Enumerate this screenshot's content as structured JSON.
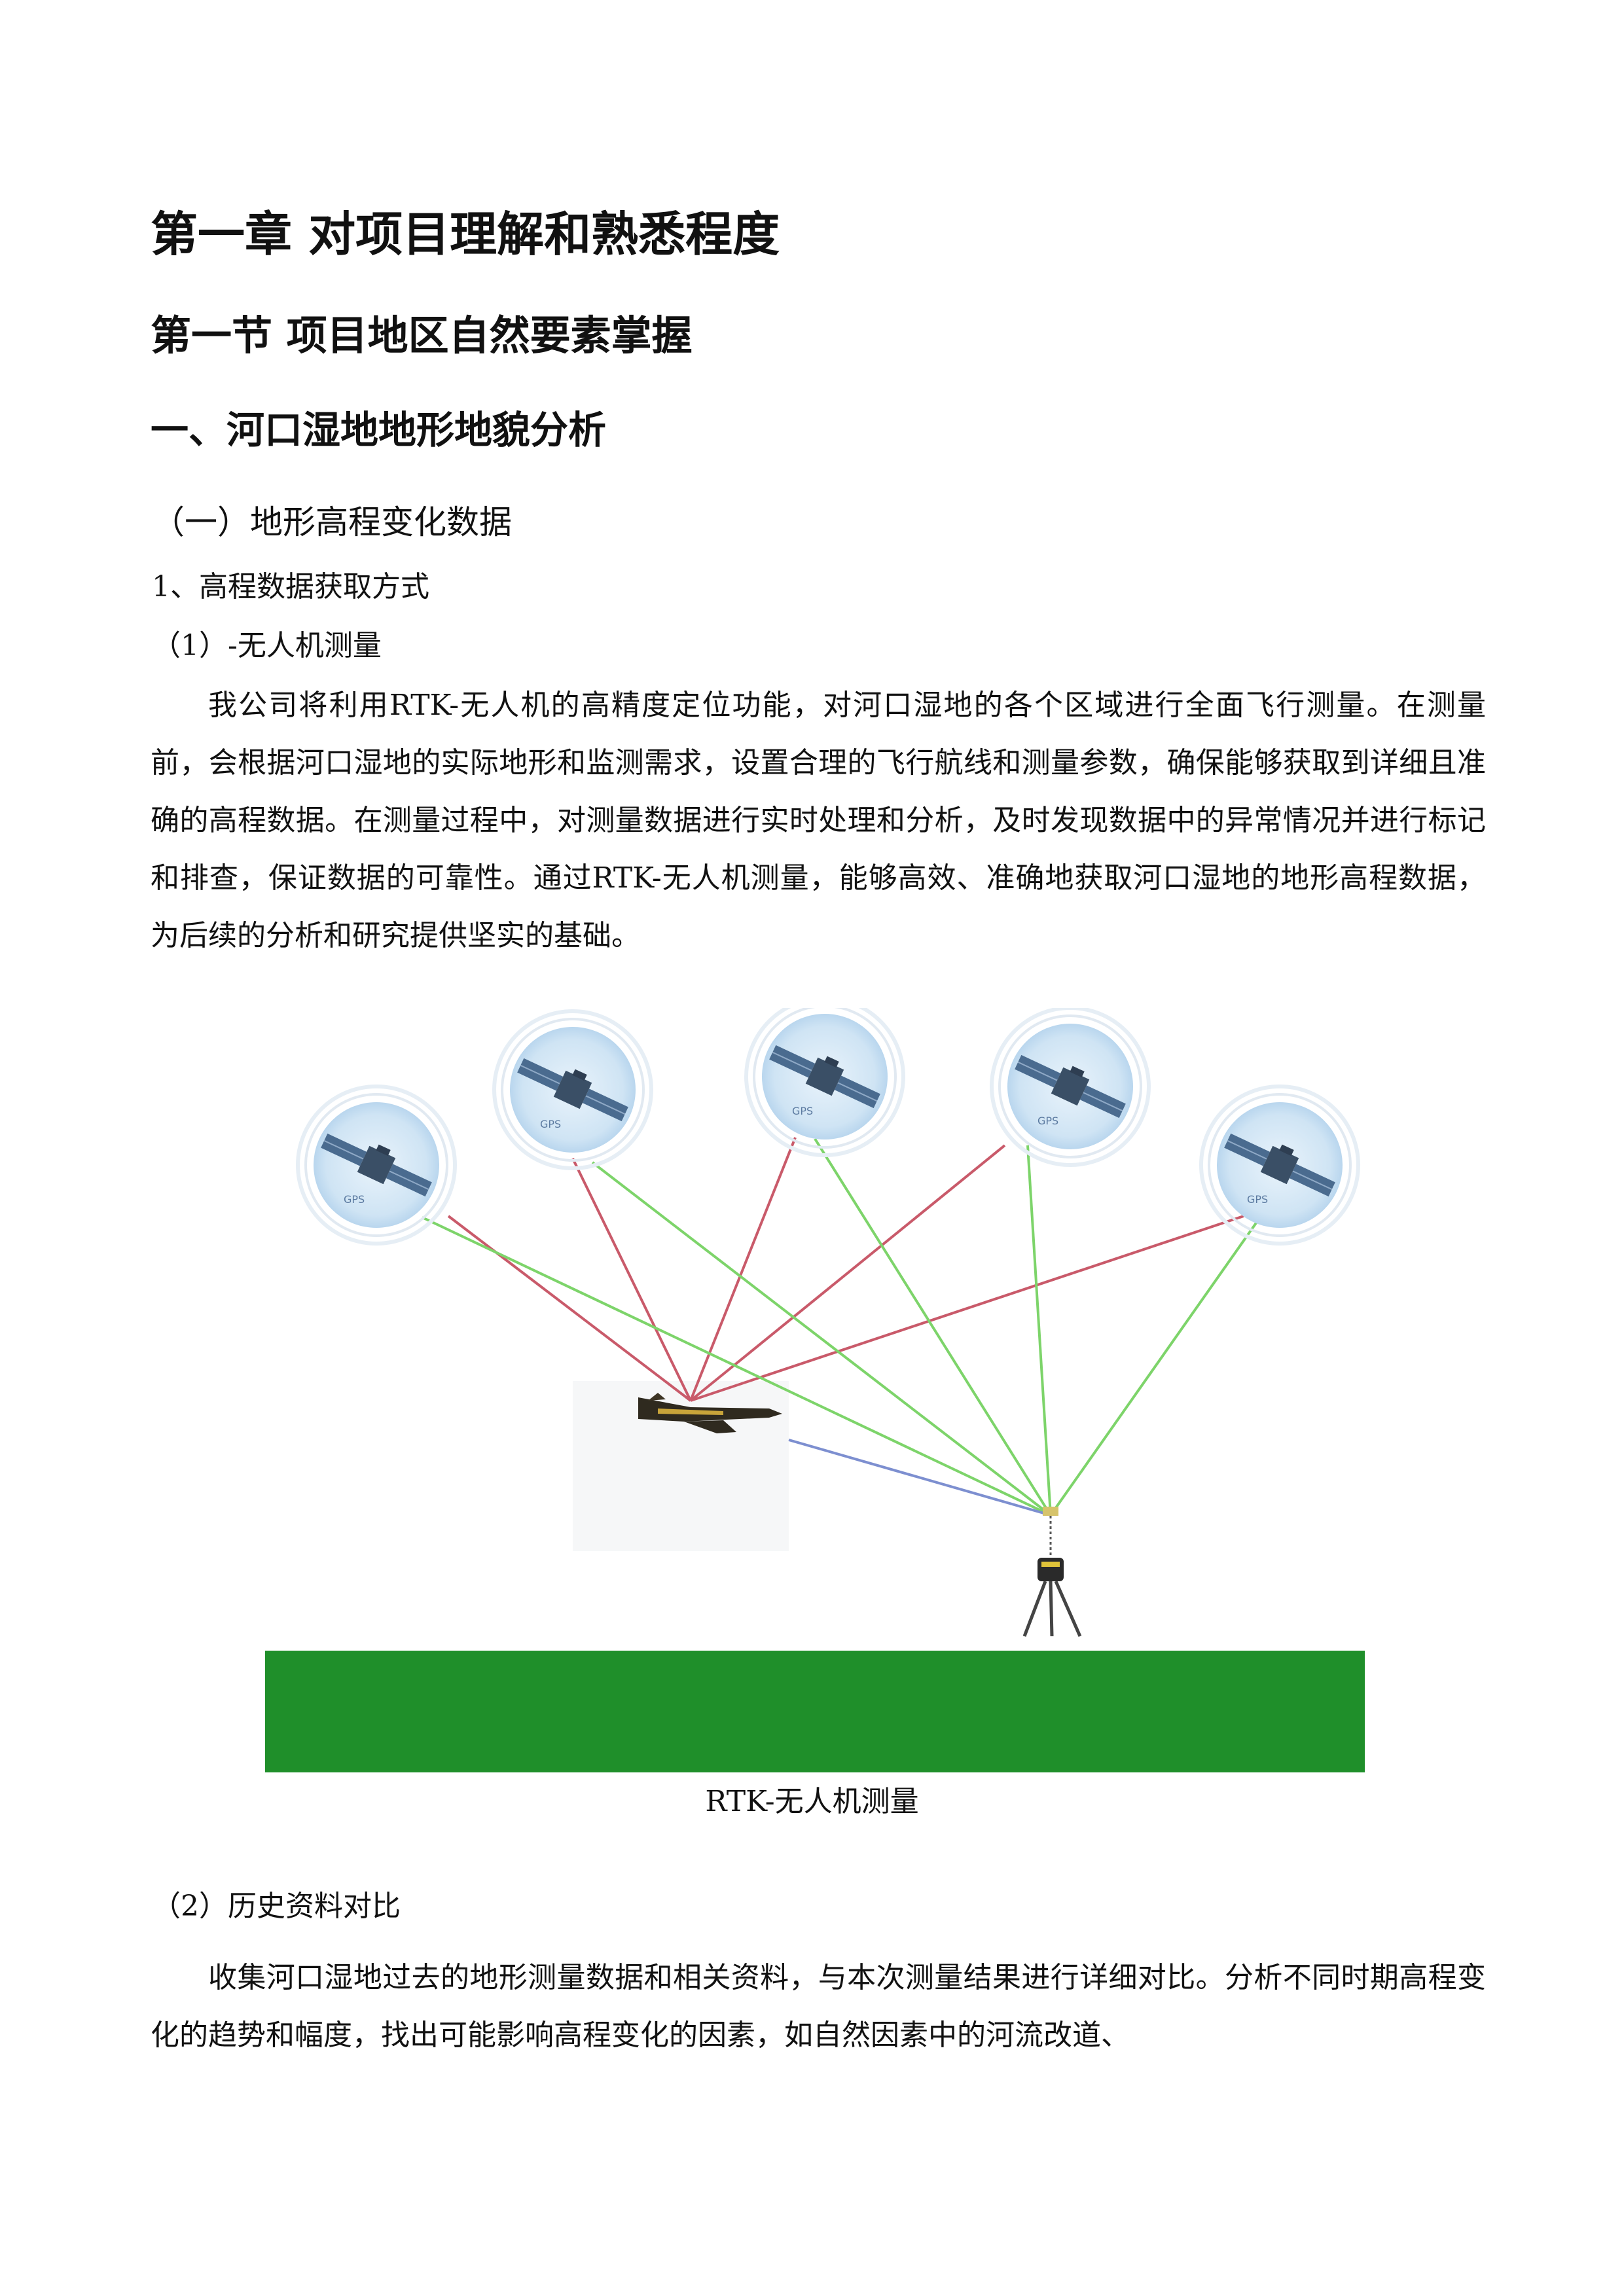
{
  "chapter_title": "第一章 对项目理解和熟悉程度",
  "section_title": "第一节 项目地区自然要素掌握",
  "subsection_title": "一、河口湿地地形地貌分析",
  "subsubsection_title": "（一）地形高程变化数据",
  "item_title": "1、高程数据获取方式",
  "method_1_title": "（1）-无人机测量",
  "method_1_paragraph": "我公司将利用RTK-无人机的高精度定位功能，对河口湿地的各个区域进行全面飞行测量。在测量前，会根据河口湿地的实际地形和监测需求，设置合理的飞行航线和测量参数，确保能够获取到详细且准确的高程数据。在测量过程中，对测量数据进行实时处理和分析，及时发现数据中的异常情况并进行标记和排查，保证数据的可靠性。通过RTK-无人机测量，能够高效、准确地获取河口湿地的地形高程数据，为后续的分析和研究提供坚实的基础。",
  "figure": {
    "satellite_label": "GPS",
    "caption": "RTK-无人机测量",
    "ground_color": "#1f8f2a",
    "green_line_color": "#7dd46a",
    "red_line_color": "#c95a6a",
    "blue_line_color": "#7d8fd0"
  },
  "method_2_title": "（2）历史资料对比",
  "method_2_paragraph": "收集河口湿地过去的地形测量数据和相关资料，与本次测量结果进行详细对比。分析不同时期高程变化的趋势和幅度，找出可能影响高程变化的因素，如自然因素中的河流改道、"
}
